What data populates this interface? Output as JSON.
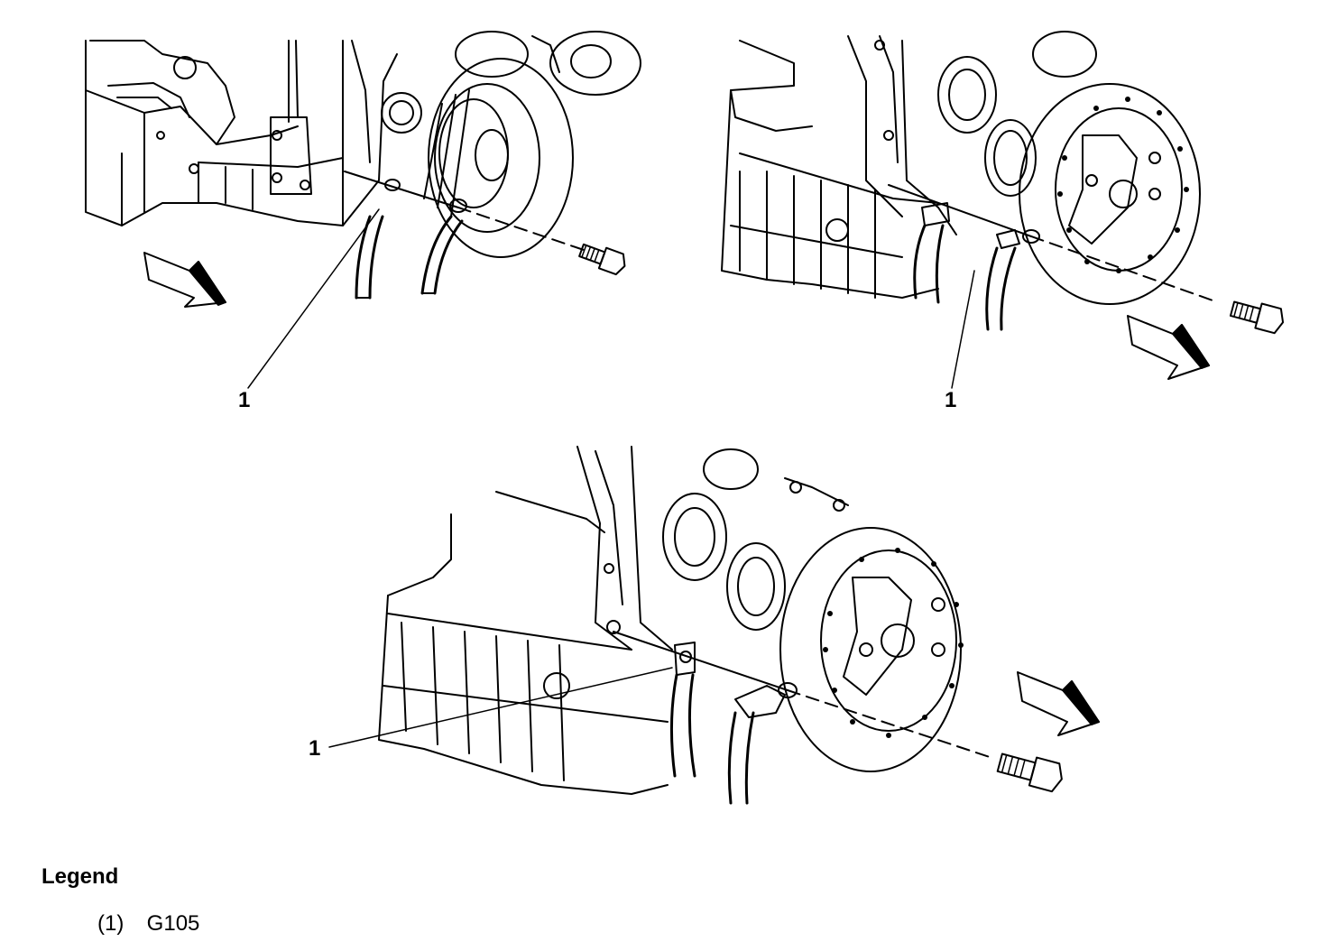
{
  "callouts": {
    "view1": "1",
    "view2": "1",
    "view3": "1"
  },
  "legend": {
    "title": "Legend",
    "items": [
      {
        "index": "(1)",
        "label": "G105"
      }
    ]
  }
}
